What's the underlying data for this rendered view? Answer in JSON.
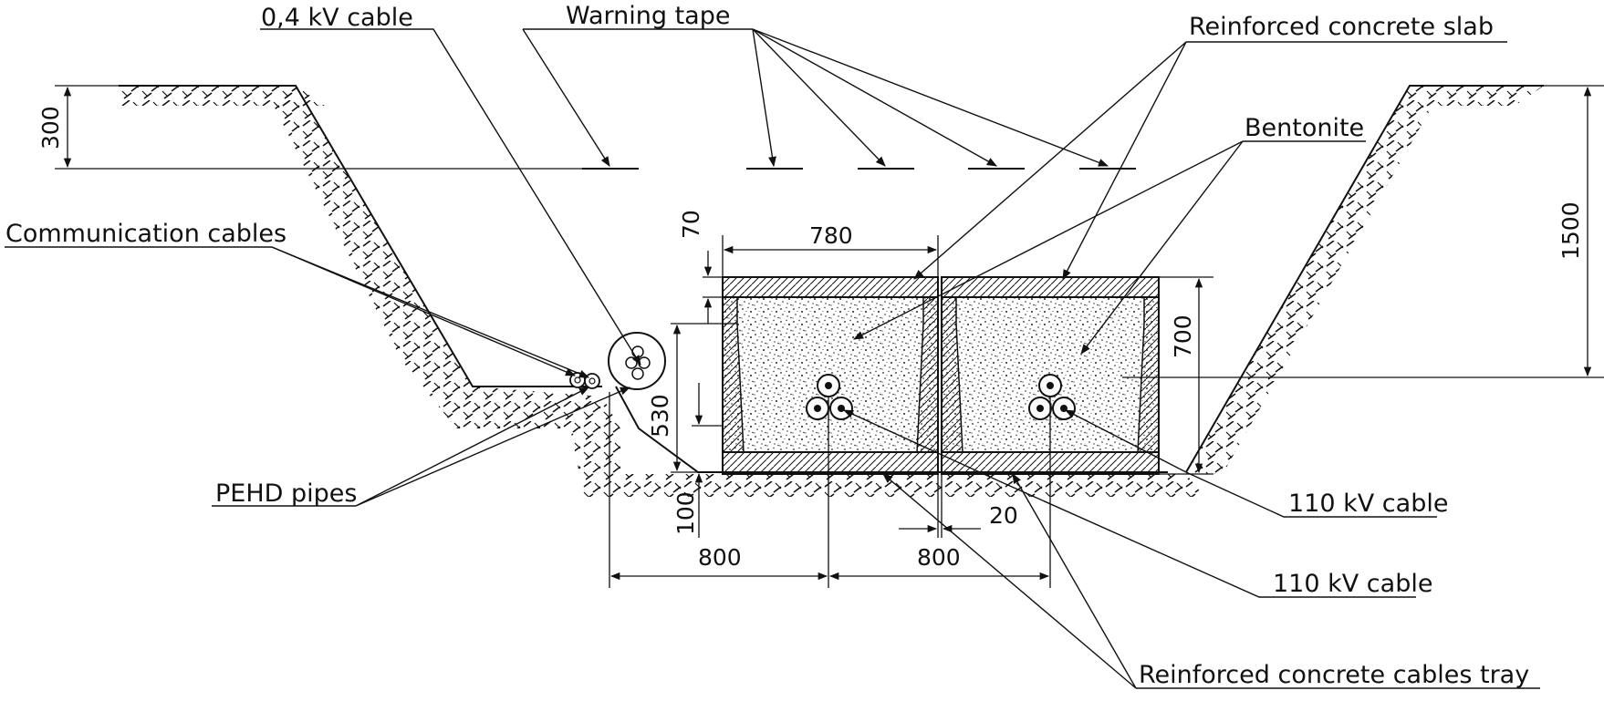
{
  "labels": {
    "cable_04kv": "0,4 kV cable",
    "warning_tape": "Warning tape",
    "slab": "Reinforced concrete slab",
    "bentonite": "Bentonite",
    "communication": "Communication cables",
    "pehd": "PEHD pipes",
    "cable_110_a": "110 kV cable",
    "cable_110_b": "110 kV cable",
    "tray": "Reinforced concrete cables tray"
  },
  "dimensions": {
    "d300": "300",
    "d1500": "1500",
    "d70": "70",
    "d780": "780",
    "d700": "700",
    "d530": "530",
    "d100": "100",
    "d800a": "800",
    "d800b": "800",
    "d20": "20"
  }
}
